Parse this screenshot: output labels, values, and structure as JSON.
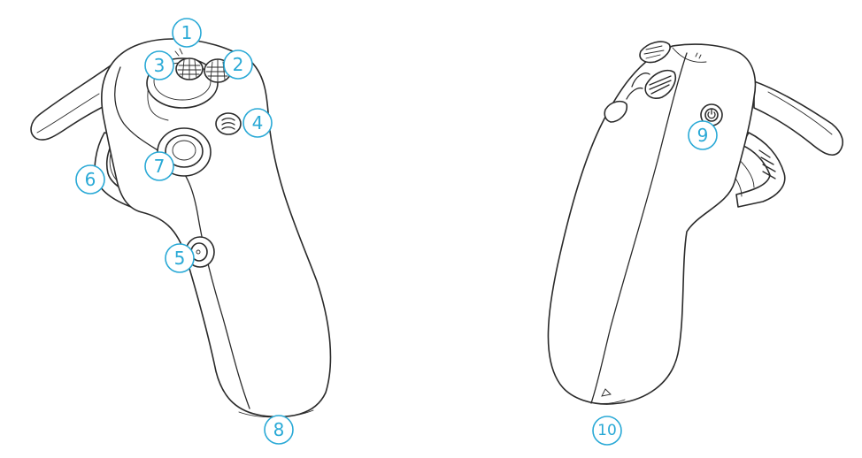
{
  "style": {
    "line_color": "#2a2a2a",
    "callout_color": "#29a9d6"
  },
  "callouts": [
    {
      "id": "c1",
      "label": "1"
    },
    {
      "id": "c2",
      "label": "2"
    },
    {
      "id": "c3",
      "label": "3"
    },
    {
      "id": "c4",
      "label": "4"
    },
    {
      "id": "c5",
      "label": "5"
    },
    {
      "id": "c6",
      "label": "6"
    },
    {
      "id": "c7",
      "label": "7"
    },
    {
      "id": "c8",
      "label": "8"
    },
    {
      "id": "c9",
      "label": "9"
    },
    {
      "id": "c10",
      "label": "10"
    }
  ]
}
